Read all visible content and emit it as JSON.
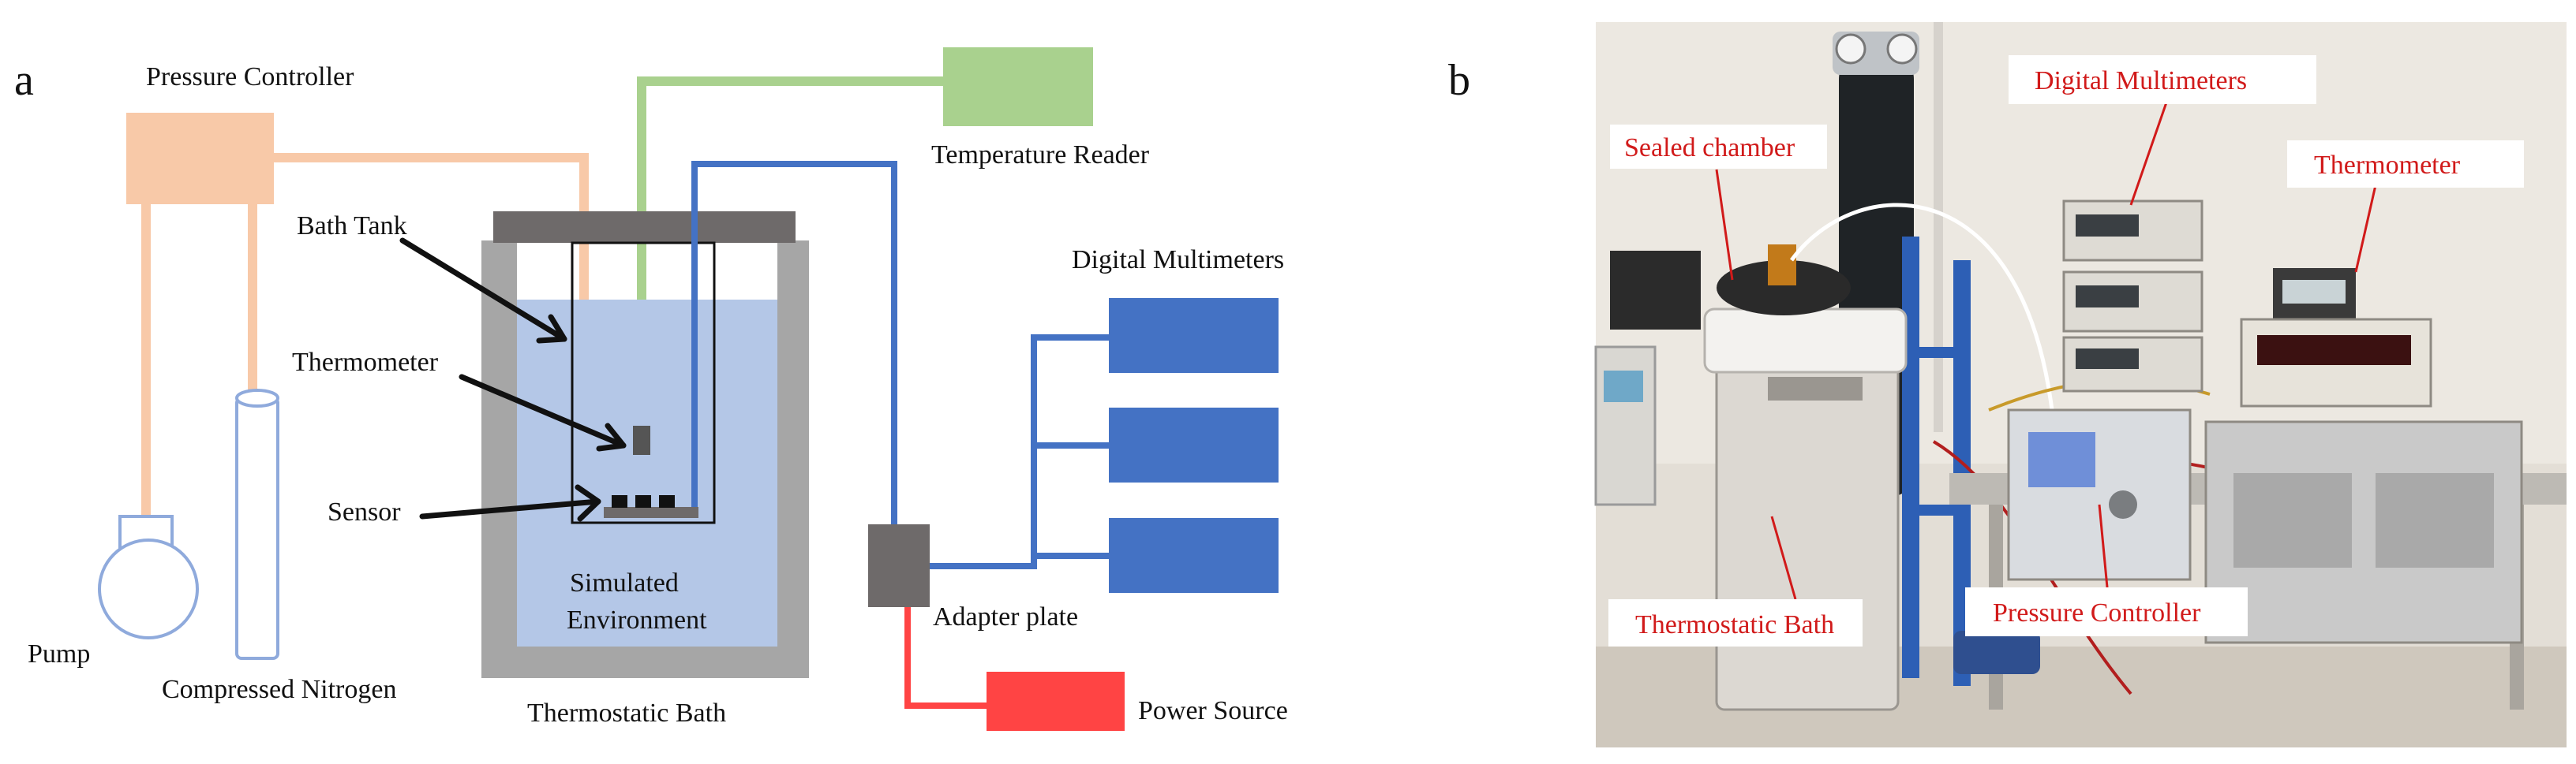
{
  "panel_a": {
    "letter": "a",
    "labels": {
      "pressure_controller": "Pressure Controller",
      "temperature_reader": "Temperature Reader",
      "bath_tank": "Bath Tank",
      "thermometer": "Thermometer",
      "sensor": "Sensor",
      "simulated_environment_line1": "Simulated",
      "simulated_environment_line2": "Environment",
      "digital_multimeters": "Digital Multimeters",
      "adapter_plate": "Adapter plate",
      "power_source": "Power Source",
      "pump": "Pump",
      "compressed_nitrogen": "Compressed Nitrogen",
      "thermostatic_bath": "Thermostatic Bath"
    },
    "colors": {
      "pressure_line": "#f8c9a8",
      "temperature_line": "#a9d18e",
      "signal_line": "#4472c4",
      "power_line": "#ff4444",
      "bath_wall": "#a6a6a6",
      "lid": "#6e6a6a",
      "liquid": "#b4c7e7",
      "adapter": "#6e6a6a"
    }
  },
  "panel_b": {
    "letter": "b",
    "labels": {
      "sealed_chamber": "Sealed chamber",
      "digital_multimeters": "Digital Multimeters",
      "thermometer": "Thermometer",
      "thermostatic_bath": "Thermostatic Bath",
      "pressure_controller": "Pressure Controller"
    },
    "colors": {
      "tag_text": "#d11a1a",
      "tag_bg": "#ffffff"
    }
  }
}
